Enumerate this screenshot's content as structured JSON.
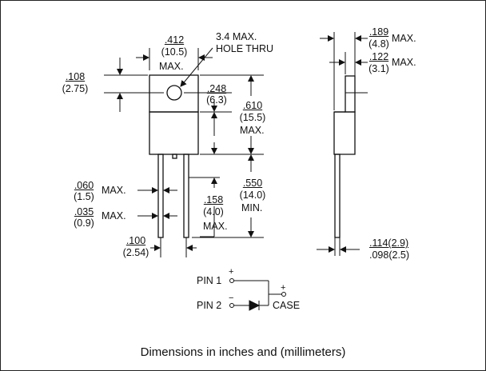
{
  "caption": "Dimensions in inches and (millimeters)",
  "dims": {
    "width_in": ".412",
    "width_mm": "(10.5)",
    "width_note": "MAX.",
    "hole": "3.4  MAX.",
    "hole_note": "HOLE THRU",
    "tab_in": ".108",
    "tab_mm": "(2.75)",
    "hole_pos_in": ".248",
    "hole_pos_mm": "(6.3)",
    "body_in": ".610",
    "body_mm": "(15.5)",
    "body_note": "MAX.",
    "lead_len_in": ".550",
    "lead_len_mm": "(14.0)",
    "lead_len_note": "MIN.",
    "lead_w_in": ".060",
    "lead_w_mm": "(1.5)",
    "lead_w_note": "MAX.",
    "lead_t_in": ".035",
    "lead_t_mm": "(0.9)",
    "lead_t_note": "MAX.",
    "pitch_in": ".158",
    "pitch_mm": "(4.0)",
    "pitch_note": "MAX.",
    "spacing_in": ".100",
    "spacing_mm": "(2.54)",
    "thick_in": ".189",
    "thick_mm": "(4.8)",
    "thick_note": "MAX.",
    "tab_t_in": ".122",
    "tab_t_mm": "(3.1)",
    "tab_t_note": "MAX.",
    "lead_side_a": ".114(2.9)",
    "lead_side_b": ".098(2.5)"
  },
  "schematic": {
    "pin1": "PIN 1",
    "pin2": "PIN 2",
    "case": "CASE",
    "plus1": "+",
    "minus2": "−",
    "plus_case": "+"
  }
}
